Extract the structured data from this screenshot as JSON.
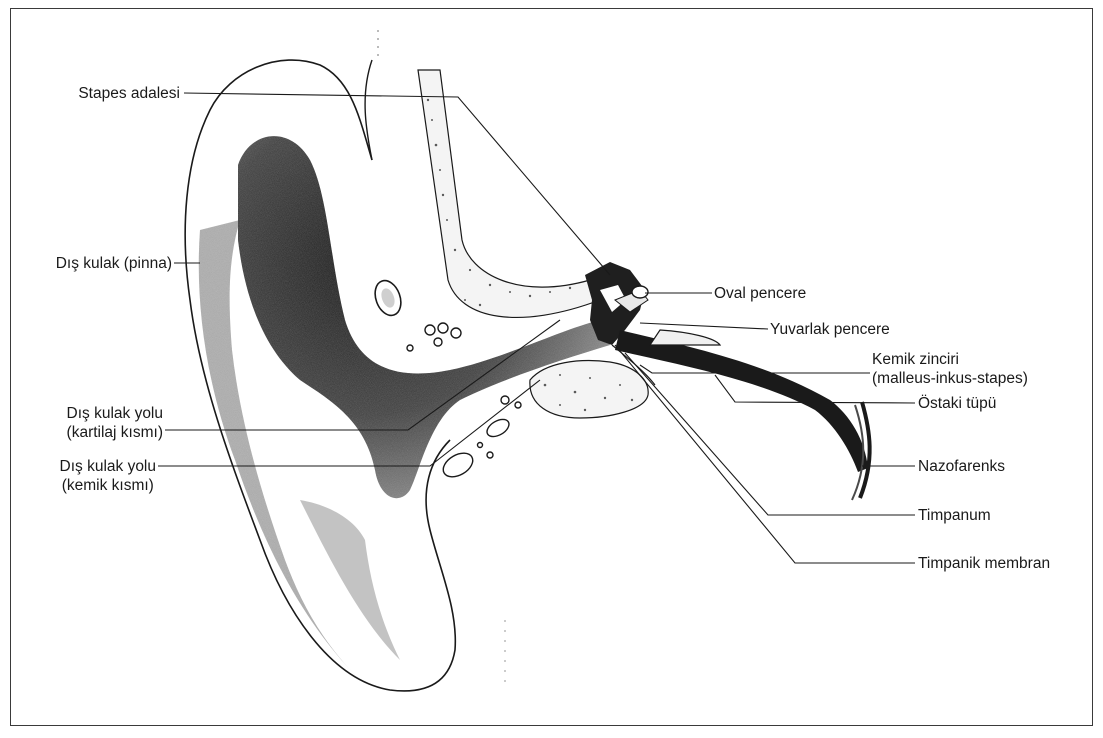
{
  "diagram": {
    "labels": {
      "stapes": "Stapes adalesi",
      "pinna": "Dış kulak (pinna)",
      "canal_cartilage_1": "Dış kulak yolu",
      "canal_cartilage_2": "(kartilaj kısmı)",
      "canal_bone_1": "Dış kulak yolu",
      "canal_bone_2": "(kemik kısmı)",
      "oval": "Oval pencere",
      "round": "Yuvarlak pencere",
      "ossicles_1": "Kemik zinciri",
      "ossicles_2": "(malleus-inkus-stapes)",
      "eustachian": "Östaki tüpü",
      "nasopharynx": "Nazofarenks",
      "tympanum": "Timpanum",
      "tympanic_membrane": "Timpanik membran"
    },
    "colors": {
      "ink": "#1a1a1a",
      "shade": "#2b2b2b",
      "border": "#3a3a3a"
    }
  }
}
